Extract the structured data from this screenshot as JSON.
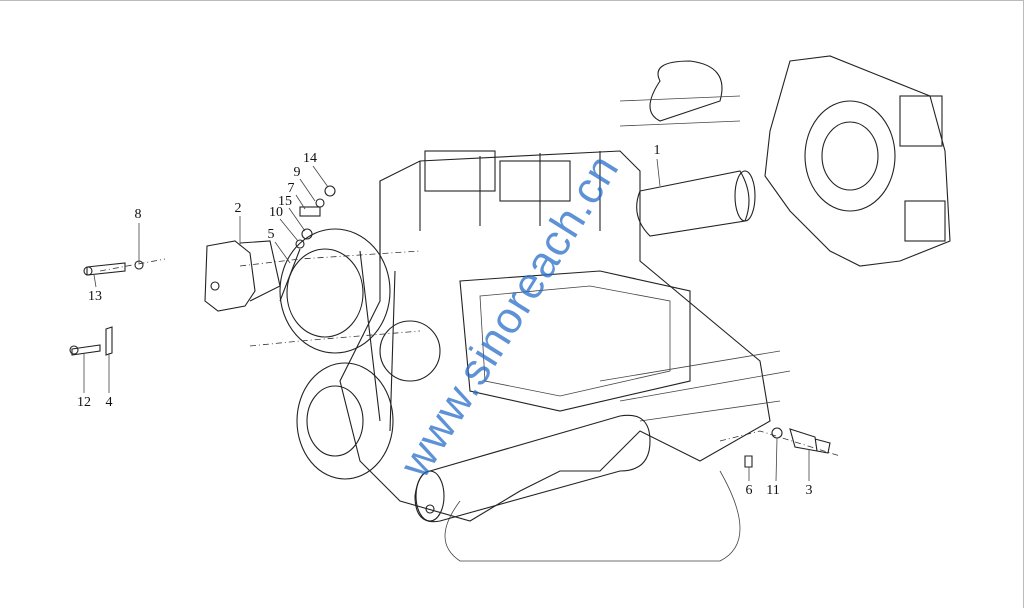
{
  "diagram": {
    "part_labels": [
      "1",
      "2",
      "3",
      "4",
      "5",
      "6",
      "7",
      "8",
      "9",
      "10",
      "11",
      "12",
      "13",
      "14",
      "15"
    ],
    "watermark": "www.sinoreach.cn",
    "watermark_color": "#286ec8"
  }
}
